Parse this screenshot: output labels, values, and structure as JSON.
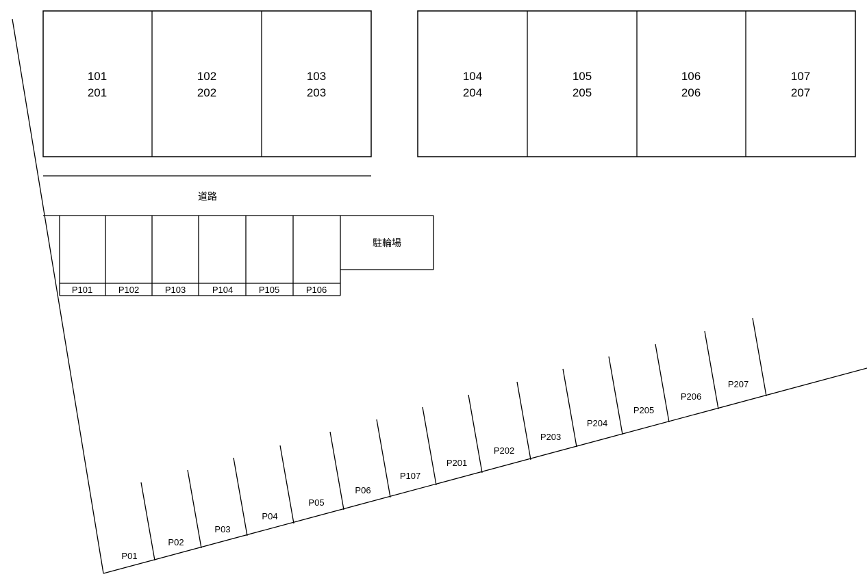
{
  "building_left": {
    "units": [
      {
        "top": "101",
        "bottom": "201"
      },
      {
        "top": "102",
        "bottom": "202"
      },
      {
        "top": "103",
        "bottom": "203"
      }
    ]
  },
  "building_right": {
    "units": [
      {
        "top": "104",
        "bottom": "204"
      },
      {
        "top": "105",
        "bottom": "205"
      },
      {
        "top": "106",
        "bottom": "206"
      },
      {
        "top": "107",
        "bottom": "207"
      }
    ]
  },
  "road_label": "道路",
  "bicycle_parking_label": "駐輪場",
  "parking_row": [
    "P101",
    "P102",
    "P103",
    "P104",
    "P105",
    "P106"
  ],
  "diagonal_parking": [
    "P01",
    "P02",
    "P03",
    "P04",
    "P05",
    "P06",
    "P107",
    "P201",
    "P202",
    "P203",
    "P204",
    "P205",
    "P206",
    "P207"
  ]
}
